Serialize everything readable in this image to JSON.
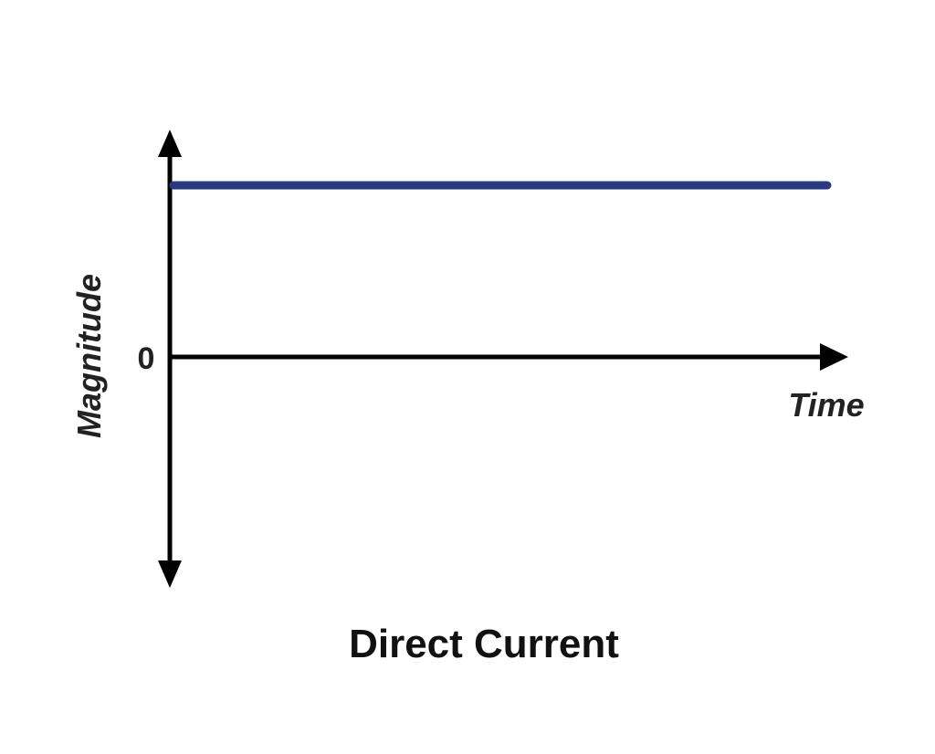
{
  "chart_data": {
    "type": "line",
    "title": "Direct Current",
    "xlabel": "Time",
    "ylabel": "Magnitude",
    "y_zero_label": "0",
    "x": [
      0,
      1
    ],
    "series": [
      {
        "values": [
          1,
          1
        ]
      }
    ],
    "xlim": [
      0,
      1
    ],
    "ylim": [
      -1.32,
      1.0
    ],
    "grid": false,
    "colors": {
      "series": "#2b3a7e",
      "axes": "#000000",
      "ylabel": "#222222",
      "xlabel": "#222222",
      "title": "#111111"
    }
  }
}
